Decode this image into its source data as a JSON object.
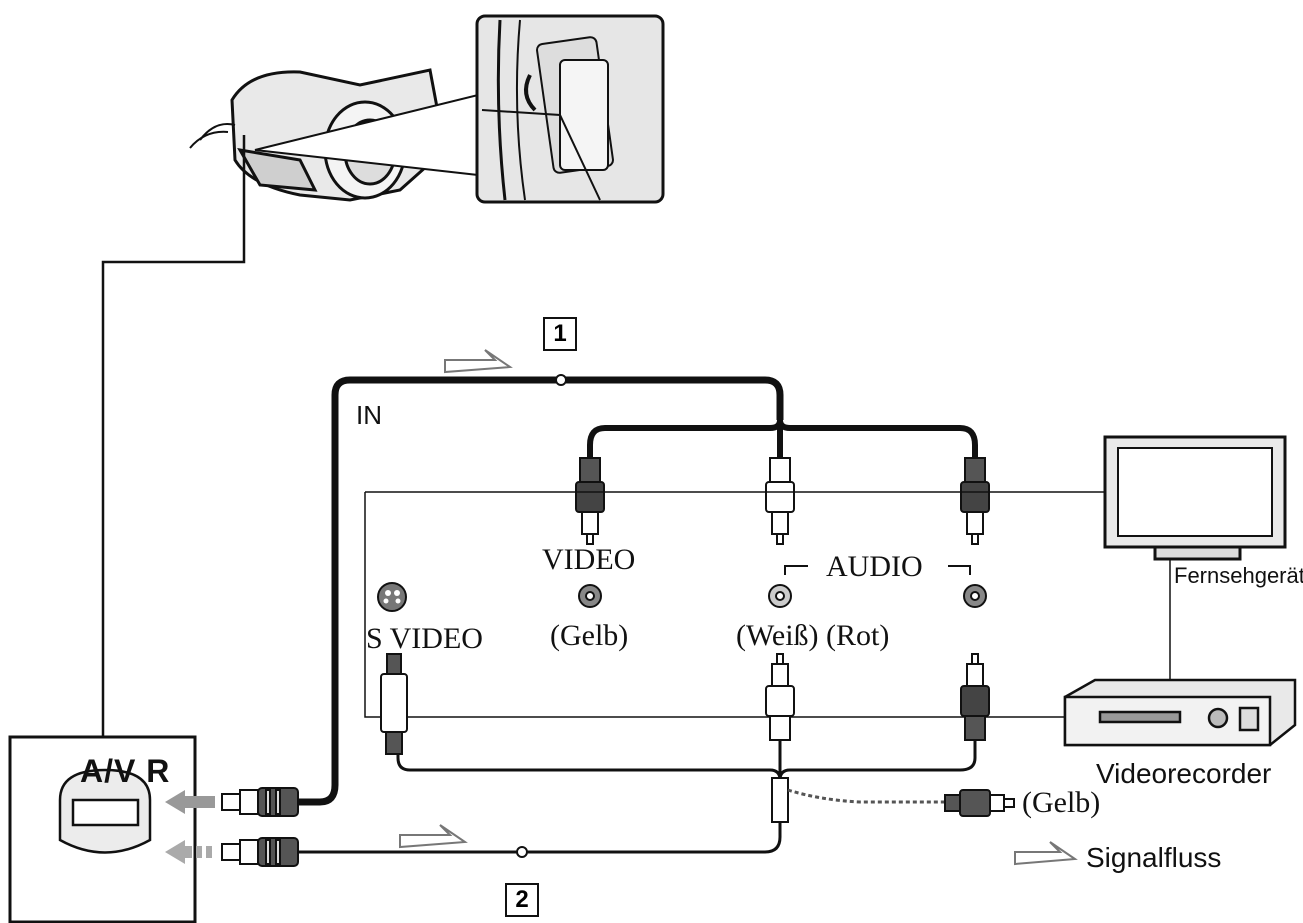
{
  "labels": {
    "in": "IN",
    "video": "VIDEO",
    "audio": "AUDIO",
    "s_video": "S VIDEO",
    "gelb": "(Gelb)",
    "weiss_rot": "(Weiß) (Rot)",
    "fernsehgeraete": "Fernsehgeräte",
    "videorecorder": "Videorecorder",
    "gelb_plug": "(Gelb)",
    "signalfluss": "Signalfluss",
    "av_r": "A/V R",
    "cable1": "1",
    "cable2": "2"
  },
  "colors": {
    "line": "#111111",
    "arrow_outline": "#777777",
    "arrow_fill": "#ffffff",
    "device_fill": "#e9e9e9"
  },
  "icons": [
    "camcorder-icon",
    "memory-card-inset-icon",
    "tv-icon",
    "vcr-icon",
    "av-remote-jack-icon",
    "signal-arrow-icon",
    "rca-plug-icon",
    "s-video-plug-icon",
    "s-video-jack-icon",
    "rca-jack-icon"
  ]
}
